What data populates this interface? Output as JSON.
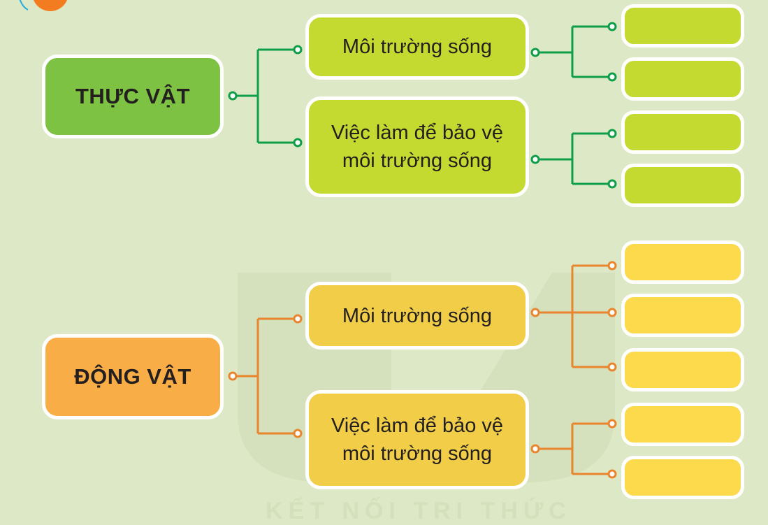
{
  "diagram": {
    "plants": {
      "title": "THỰC VẬT",
      "branches": [
        {
          "label": "Môi trường sống",
          "leaves": [
            "",
            ""
          ]
        },
        {
          "label_line1": "Việc làm để bảo vệ",
          "label_line2": "môi trường sống",
          "leaves": [
            "",
            ""
          ]
        }
      ],
      "colors": {
        "main": "#7dc242",
        "sub": "#c4da30",
        "line": "#0f9e48"
      }
    },
    "animals": {
      "title": "ĐỘNG VẬT",
      "branches": [
        {
          "label": "Môi trường sống",
          "leaves": [
            "",
            "",
            ""
          ]
        },
        {
          "label_line1": "Việc làm để bảo vệ",
          "label_line2": "môi trường sống",
          "leaves": [
            "",
            ""
          ]
        }
      ],
      "colors": {
        "main": "#f9ad46",
        "sub": "#f1cd48",
        "line": "#e9852d"
      }
    },
    "watermark": "KẾT NỐI TRI THỨC"
  }
}
